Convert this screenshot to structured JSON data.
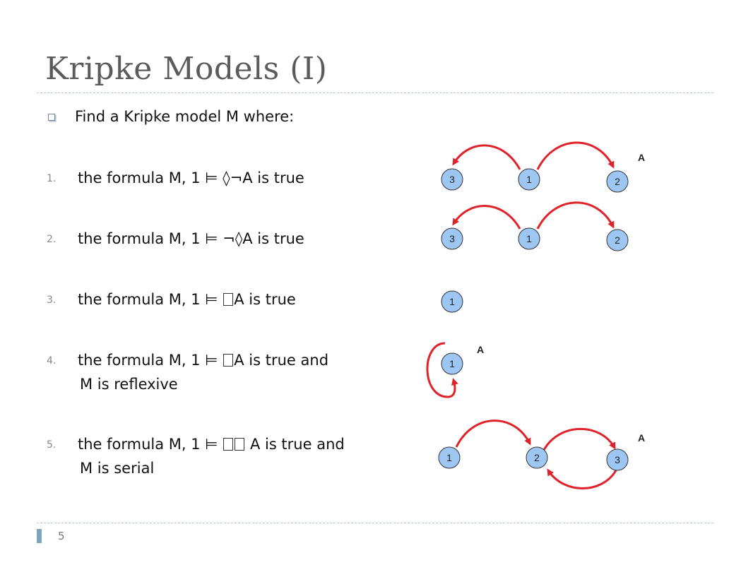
{
  "slide": {
    "title": "Kripke Models (I)",
    "intro": "Find a Kripke model M where:",
    "page_number": "5"
  },
  "items": [
    {
      "num": "1.",
      "text": "the formula M, 1 ⊨ ◊¬A is true"
    },
    {
      "num": "2.",
      "text": "the formula M, 1 ⊨ ¬◊A is true"
    },
    {
      "num": "3.",
      "text_before": "the formula M, 1 ⊨ ",
      "text_after": "A is true"
    },
    {
      "num": "4.",
      "text_before": "the formula M, 1 ⊨ ",
      "text_after": "A is true and",
      "line2": "M is reflexive"
    },
    {
      "num": "5.",
      "text_before": "the formula M, 1 ⊨ ",
      "text_after": " A is true and",
      "line2": "M is serial"
    }
  ],
  "diagrams": {
    "d1": {
      "nodes": [
        "3",
        "1",
        "2"
      ],
      "label": "A"
    },
    "d2": {
      "nodes": [
        "3",
        "1",
        "2"
      ]
    },
    "d3": {
      "nodes": [
        "1"
      ]
    },
    "d4": {
      "nodes": [
        "1"
      ],
      "label": "A"
    },
    "d5": {
      "nodes": [
        "1",
        "2",
        "3"
      ],
      "label": "A"
    }
  },
  "colors": {
    "node_fill": "#9ec6f2",
    "node_stroke": "#333333",
    "arrow": "#e0222a",
    "title": "#5b5b5b",
    "rule": "#b8c7d0"
  }
}
